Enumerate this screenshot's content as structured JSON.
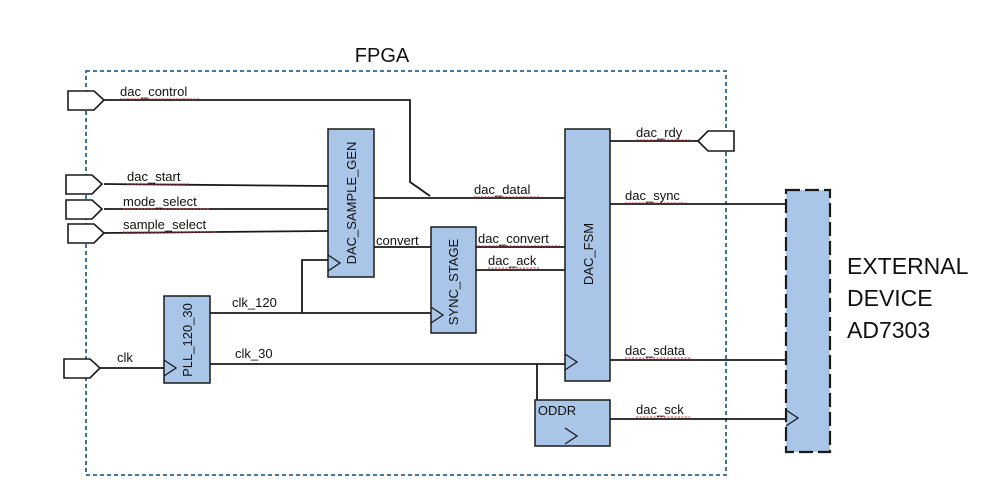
{
  "fpga": {
    "title": "FPGA",
    "border_color": "#2a6496"
  },
  "colors": {
    "block_fill": "#a9c6e8",
    "wire": "#1a1a1a"
  },
  "blocks": {
    "sample_gen": "DAC_SAMPLE_GEN",
    "sync_stage": "SYNC_STAGE",
    "dac_fsm": "DAC_FSM",
    "pll": "PLL_120_30",
    "oddr": "ODDR"
  },
  "inputs": {
    "dac_control": "dac_control",
    "dac_start": "dac_start",
    "mode_select": "mode_select",
    "sample_select": "sample_select",
    "clk": "clk"
  },
  "outputs": {
    "dac_rdy": "dac_rdy"
  },
  "signals": {
    "convert": "convert",
    "dac_datal": "dac_datal",
    "dac_convert": "dac_convert",
    "dac_ack": "dac_ack",
    "clk_120": "clk_120",
    "clk_30": "clk_30",
    "dac_sync": "dac_sync",
    "dac_sdata": "dac_sdata",
    "dac_sck": "dac_sck"
  },
  "external": {
    "line1": "EXTERNAL",
    "line2": "DEVICE",
    "line3": "AD7303"
  }
}
